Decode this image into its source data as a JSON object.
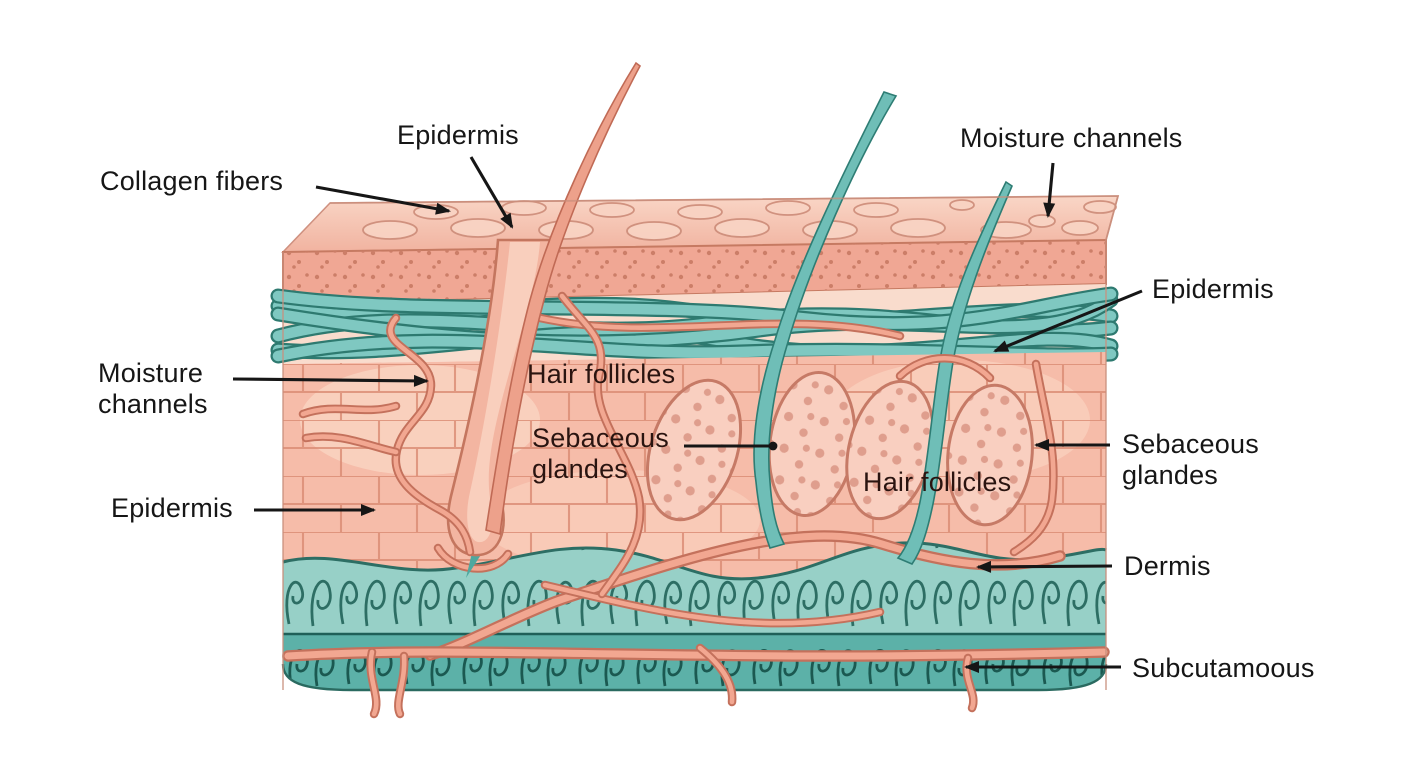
{
  "figure_type": "skin-cross-section-illustration",
  "labels": {
    "collagen_fibers": "Collagen fibers",
    "epidermis_top": "Epidermis",
    "moisture_channels_top": "Moisture channels",
    "epidermis_right": "Epidermis",
    "moisture_channels_left": "Moisture channels",
    "epidermis_left": "Epidermis",
    "hair_follicles_mid": "Hair follicles",
    "sebaceous_glandes_mid": "Sebaceous glandes",
    "hair_follicles_right": "Hair follicles",
    "sebaceous_glandes_right": "Sebaceous glandes",
    "dermis": "Dermis",
    "subcutaneous": "Subcutamoous"
  },
  "colors": {
    "background": "#ffffff",
    "label_text": "#161616",
    "overlay_label_text": "#2a1410",
    "skin_surface": "#f6c5b2",
    "stipple_band": "#f0a794",
    "rope_band_bg": "#f9dccd",
    "collagen_rope_teal": "#7fc8c1",
    "rope_outline": "#2e7a70",
    "brick_layer": "#f6bca9",
    "brick_line": "#d98a72",
    "dermis_teal": "#97d0c7",
    "subcutaneous_teal": "#5cb1a8",
    "vessel_pink": "#f2a791",
    "vessel_outline": "#c4715c",
    "hair_pink": "#eda18b",
    "hair_teal": "#6fbeb7",
    "gland_fill": "#f9cfc0",
    "gland_dots": "#df9e8d"
  }
}
